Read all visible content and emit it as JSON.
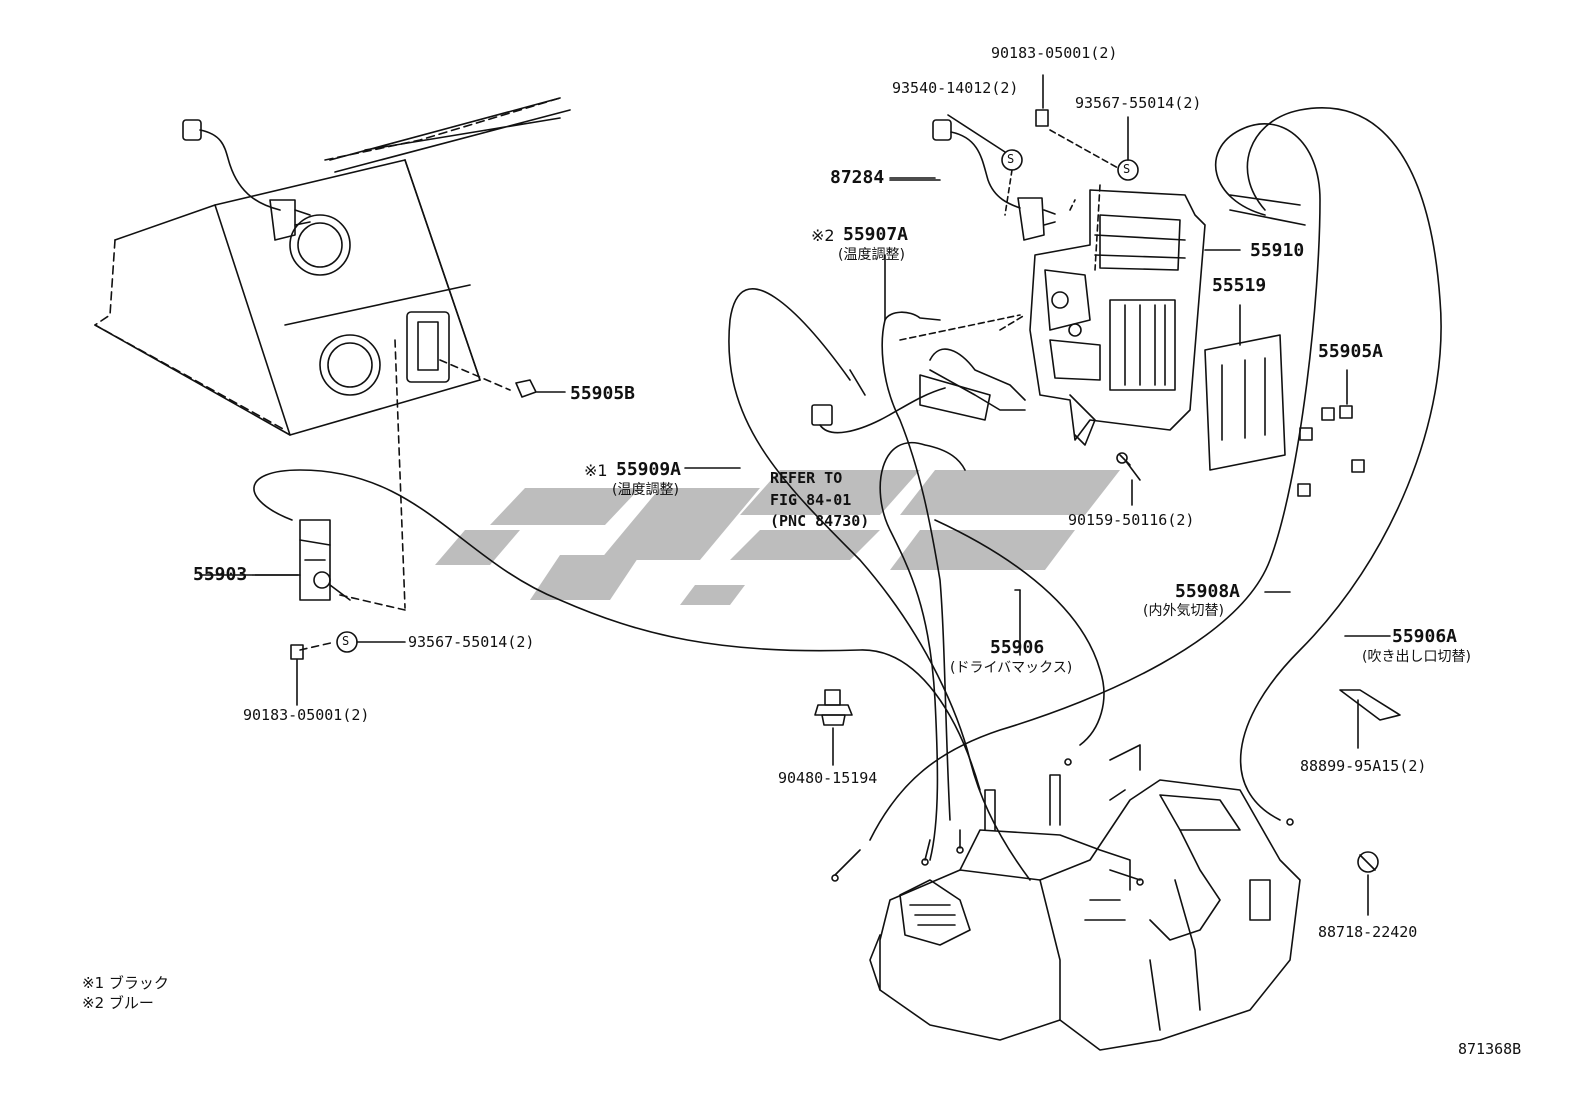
{
  "labels": {
    "p90183_top": "90183-05001(2)",
    "p93540": "93540-14012(2)",
    "p93567_top": "93567-55014(2)",
    "p87284": "87284",
    "p55910": "55910",
    "p55519": "55519",
    "p55907A": "55907A",
    "p55907A_mark": "※2",
    "p55907A_desc": "(温度調整)",
    "p55905A": "55905A",
    "p55905B": "55905B",
    "p55909A": "55909A",
    "p55909A_mark": "※1",
    "p55909A_desc": "(温度調整)",
    "refer1": "REFER TO",
    "refer2": "FIG 84-01",
    "refer3": "(PNC 84730)",
    "p90159": "90159-50116(2)",
    "p55908A": "55908A",
    "p55908A_desc": "(内外気切替)",
    "p55906": "55906",
    "p55906_desc": "(ドライバマックス)",
    "p55906A": "55906A",
    "p55906A_desc": "(吹き出し口切替)",
    "p55903": "55903",
    "p93567_left": "93567-55014(2)",
    "p90183_left": "90183-05001(2)",
    "p90480": "90480-15194",
    "p88899": "88899-95A15(2)",
    "p88718": "88718-22420",
    "clip_symbol": "S"
  },
  "footnotes": {
    "n1": "※1 ブラック",
    "n2": "※2 ブルー"
  },
  "diagram_id": "871368B",
  "colors": {
    "line": "#111111",
    "watermark": "#bdbdbd",
    "background": "#ffffff"
  }
}
